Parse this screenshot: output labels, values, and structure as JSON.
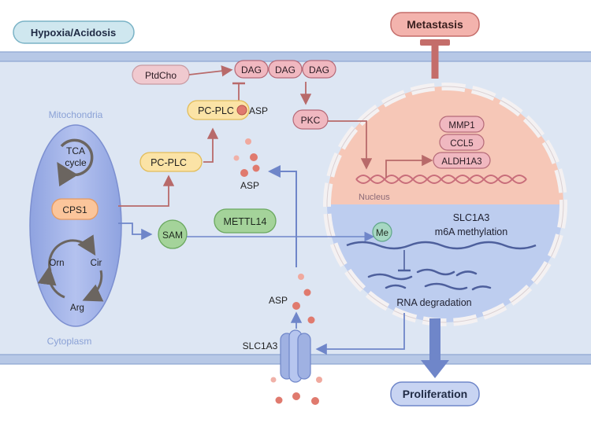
{
  "stimulus": "Hypoxia/Acidosis",
  "outcomes": {
    "top": "Metastasis",
    "bottom": "Proliferation"
  },
  "compartments": {
    "mitochondria": "Mitochondria",
    "cytoplasm": "Cytoplasm",
    "nucleus": "Nucleus"
  },
  "mito": {
    "tca_line1": "TCA",
    "tca_line2": "cycle",
    "cps1": "CPS1",
    "orn": "Orn",
    "cir": "Cir",
    "arg": "Arg"
  },
  "nodes": {
    "ptdcho": "PtdCho",
    "dag1": "DAG",
    "dag2": "DAG",
    "dag3": "DAG",
    "pc_plc_active": "PC-PLC",
    "pc_plc": "PC-PLC",
    "asp_bound": "ASP",
    "asp_cyto": "ASP",
    "asp_in": "ASP",
    "pkc": "PKC",
    "sam": "SAM",
    "mettl14": "METTL14",
    "me": "Me",
    "slc1a3": "SLC1A3"
  },
  "genes": [
    "MMP1",
    "CCL5",
    "ALDH1A3"
  ],
  "nucleus_text": {
    "meth_line1": "SLC1A3",
    "meth_line2": "m6A methylation",
    "degradation": "RNA degradation"
  },
  "colors": {
    "membrane": "#9bb3dc",
    "cytoplasm": "#dde6f3",
    "mito_fill": "#a9b9e8",
    "nucleus_top": "#f6c7b7",
    "nucleus_bottom": "#bdcdef",
    "red_arrow": "#b86a6a",
    "blue_arrow": "#6f86c9",
    "asp_dot": "#e07a6e",
    "dag_pink": "#f0b8c0",
    "yellow": "#fbe3a6",
    "green": "#a4d39a"
  }
}
